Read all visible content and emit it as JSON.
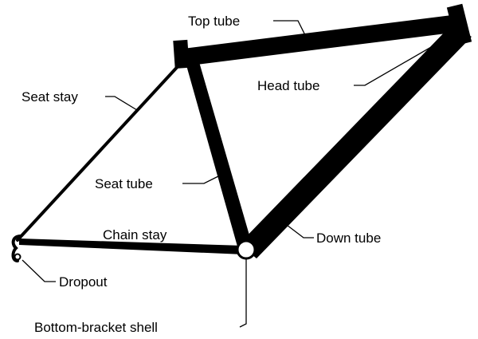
{
  "diagram": {
    "labels": {
      "top_tube": "Top tube",
      "head_tube": "Head tube",
      "seat_stay": "Seat stay",
      "seat_tube": "Seat tube",
      "chain_stay": "Chain stay",
      "down_tube": "Down tube",
      "dropout": "Dropout",
      "bottom_bracket_shell": "Bottom-bracket shell"
    },
    "colors": {
      "frame": "#000000",
      "background": "#ffffff"
    }
  }
}
